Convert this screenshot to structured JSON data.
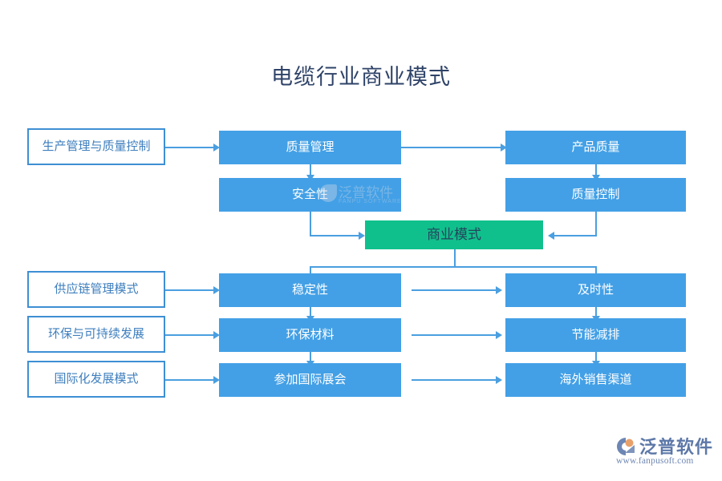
{
  "title": "电缆行业商业模式",
  "colors": {
    "node_blue": "#43a0e6",
    "node_green": "#10c08c",
    "outline_border": "#3e8fd4",
    "outline_text": "#3f7fbe",
    "connector": "#4a9fe0",
    "title_text": "#2f4368",
    "green_text": "#24455c",
    "brand_text": "#5d78a8"
  },
  "nodes": {
    "inputs": [
      {
        "id": "production-quality-control",
        "label": "生产管理与质量控制",
        "style": "outline"
      },
      {
        "id": "supply-chain-management",
        "label": "供应链管理模式",
        "style": "outline"
      },
      {
        "id": "environment-sustainability",
        "label": "环保与可持续发展",
        "style": "outline"
      },
      {
        "id": "internationalization",
        "label": "国际化发展模式",
        "style": "outline"
      }
    ],
    "middle": [
      {
        "id": "quality-management",
        "label": "质量管理",
        "style": "filled"
      },
      {
        "id": "safety",
        "label": "安全性",
        "style": "filled"
      },
      {
        "id": "stability",
        "label": "稳定性",
        "style": "filled"
      },
      {
        "id": "eco-materials",
        "label": "环保材料",
        "style": "filled"
      },
      {
        "id": "join-intl-expo",
        "label": "参加国际展会",
        "style": "filled"
      }
    ],
    "right": [
      {
        "id": "product-quality",
        "label": "产品质量",
        "style": "filled"
      },
      {
        "id": "quality-control",
        "label": "质量控制",
        "style": "filled"
      },
      {
        "id": "timeliness",
        "label": "及时性",
        "style": "filled"
      },
      {
        "id": "energy-saving",
        "label": "节能减排",
        "style": "filled"
      },
      {
        "id": "overseas-channels",
        "label": "海外销售渠道",
        "style": "filled"
      }
    ],
    "center": {
      "id": "business-model",
      "label": "商业模式",
      "style": "green"
    }
  },
  "watermark": {
    "name": "泛普软件",
    "sub": "FANPU SOFTWARE"
  },
  "brand": {
    "name": "泛普软件",
    "url": "www.fanpusoft.com",
    "mark": "fanpu-logo-icon"
  }
}
